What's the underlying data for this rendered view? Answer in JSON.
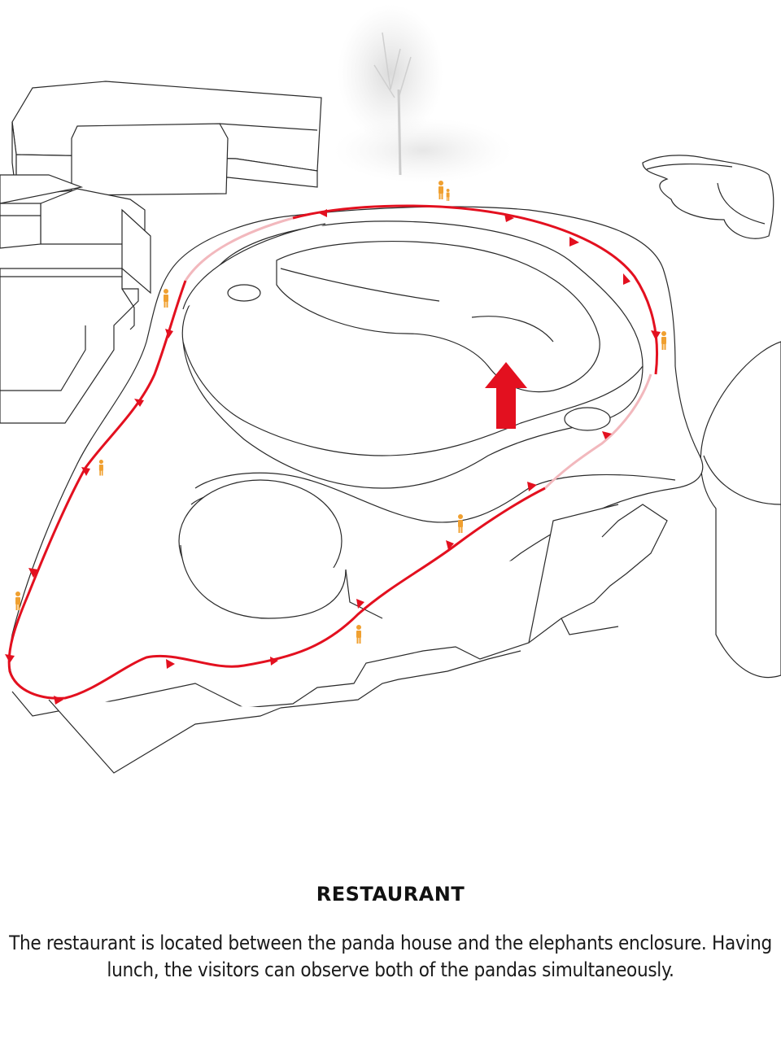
{
  "caption": {
    "title": "RESTAURANT",
    "body": "The restaurant is located between the panda house and the elephants enclosure. Having lunch, the visitors can observe both of the pandas simultaneously."
  },
  "colors": {
    "route": "#e3101f",
    "route_faded": "#f2b8bd",
    "visitor": "#f0a030",
    "outline": "#2a2a2a",
    "tree": "#c8c8c8",
    "background": "#ffffff"
  },
  "icons": {
    "visitor": "person-icon",
    "direction": "up-arrow-icon",
    "route_marker": "triangle-arrowhead"
  }
}
